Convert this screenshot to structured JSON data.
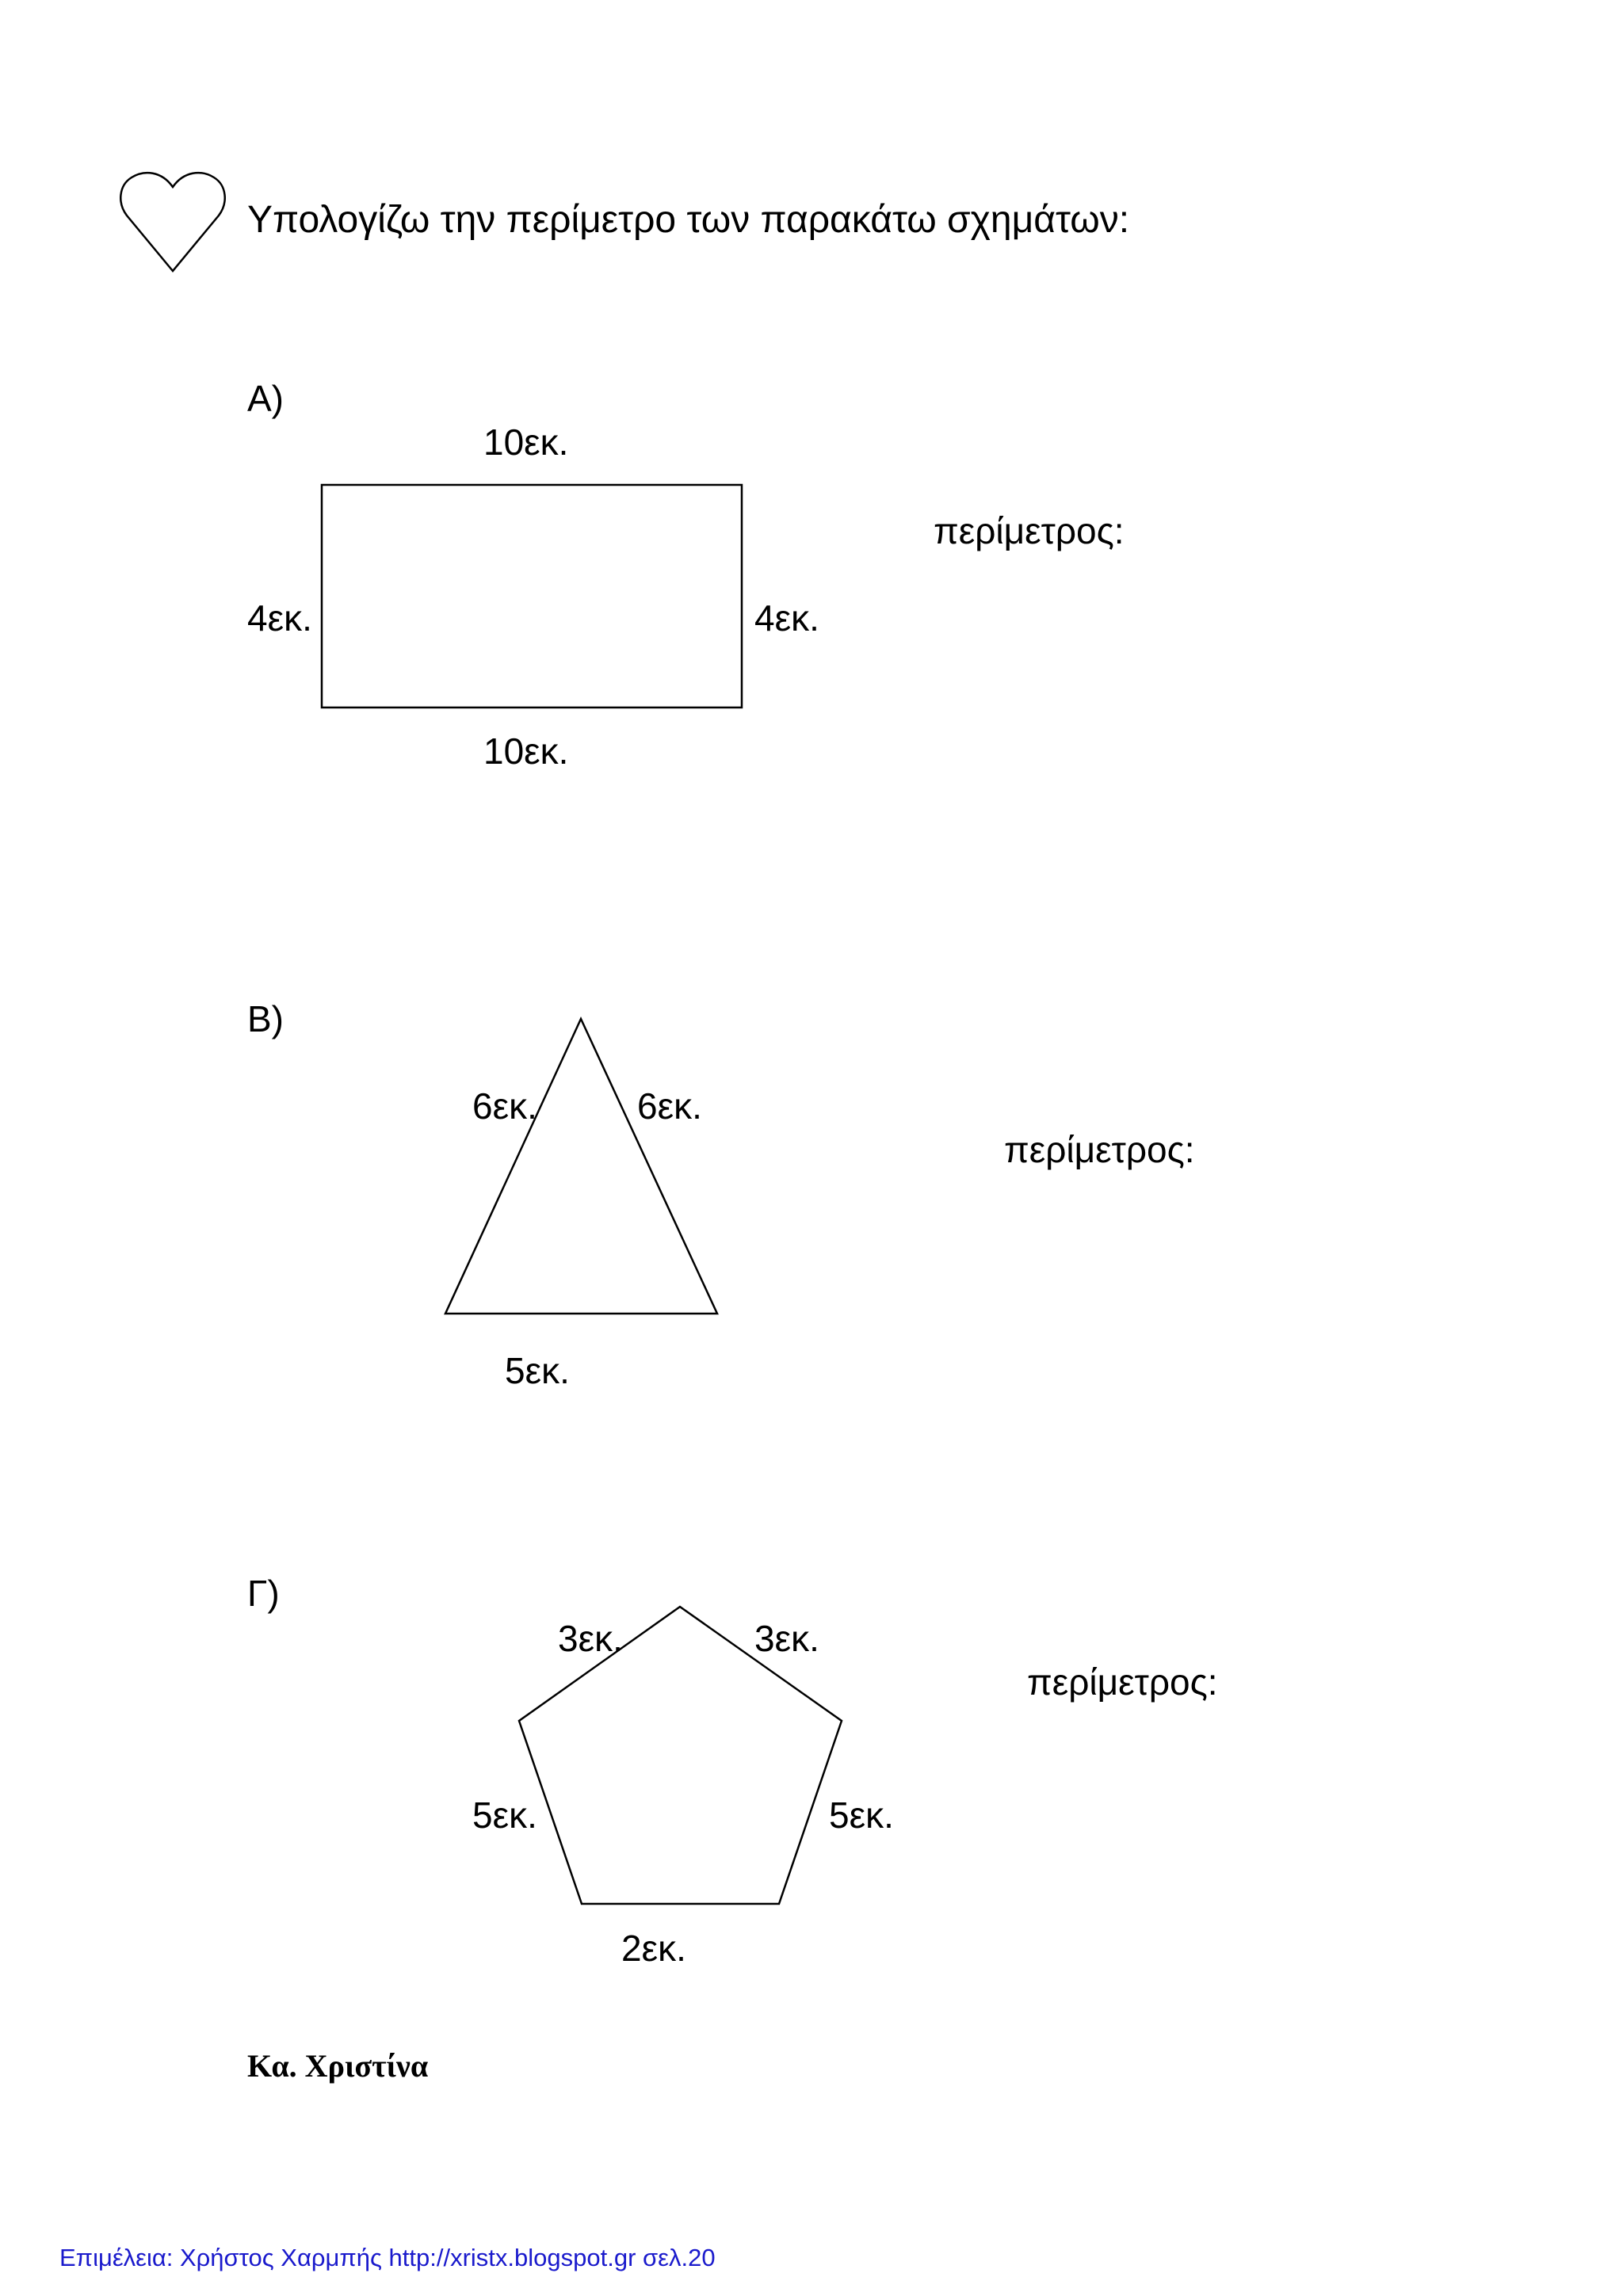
{
  "instruction": "Υπολογίζω την περίμετρο των παρακάτω σχημάτων:",
  "icons": {
    "bullet": "heart-icon"
  },
  "exercises": [
    {
      "label": "Α)",
      "shape": "rectangle",
      "sides": {
        "top": "10εκ.",
        "bottom": "10εκ.",
        "left": "4εκ.",
        "right": "4εκ."
      },
      "perimeter_label": "περίμετρος:"
    },
    {
      "label": "Β)",
      "shape": "triangle",
      "sides": {
        "left": "6εκ.",
        "right": "6εκ.",
        "bottom": "5εκ."
      },
      "perimeter_label": "περίμετρος:"
    },
    {
      "label": "Γ)",
      "shape": "pentagon",
      "sides": {
        "top_left": "3εκ.",
        "top_right": "3εκ.",
        "left": "5εκ.",
        "right": "5εκ.",
        "bottom": "2εκ."
      },
      "perimeter_label": "περίμετρος:"
    }
  ],
  "signature": "Κα. Χριστίνα",
  "footer": "Επιμέλεια: Χρήστος Χαρμπής  http://xristx.blogspot.gr σελ.20",
  "colors": {
    "text": "#000000",
    "footer": "#1a1acc",
    "background": "#ffffff"
  }
}
